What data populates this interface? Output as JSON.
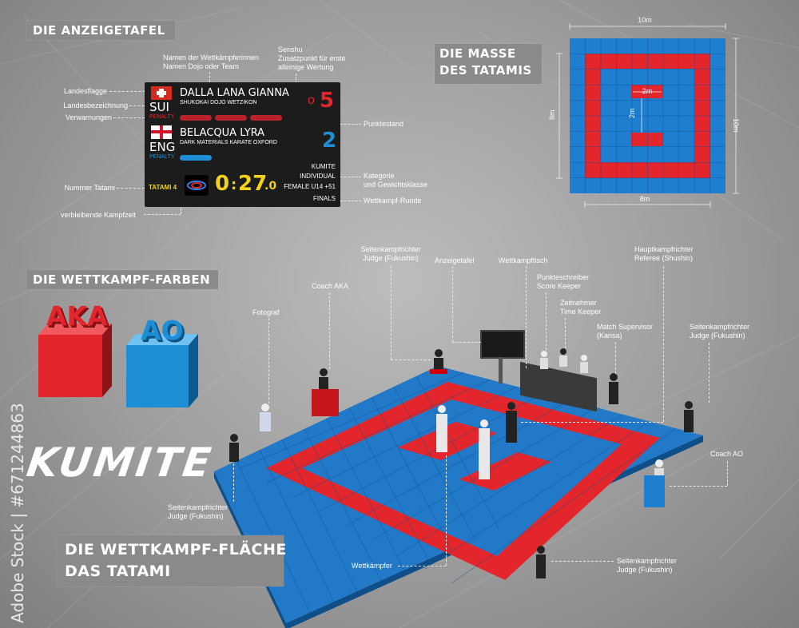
{
  "headers": {
    "scoreboard": "DIE ANZEIGETAFEL",
    "dimensions": "DIE MASSE\nDES TATAMIS",
    "colors": "DIE WETTKAMPF-FARBEN",
    "area": "DIE WETTKAMPF-FLÄCHE\nDAS TATAMI"
  },
  "scoreboard_labels": {
    "names": "Namen der Wettkämpferinnen\nNamen Dojo oder Team",
    "senshu": "Senshu\nZusatzpunkt für erste\nalleinige Wertung",
    "flag": "Landesflagge",
    "country": "Landesbezeichnung",
    "warnings": "Verwarnungen",
    "score": "Punktestand",
    "category": "Kategorie\nund Gewichtsklasse",
    "tatami_number": "Nummer Tatami",
    "round": "Wettkampf-Runde",
    "time_left": "verbleibende Kampfzeit"
  },
  "scoreboard": {
    "red": {
      "code": "SUI",
      "penalty": "PENALTY",
      "name": "DALLA LANA GIANNA",
      "club": "SHUKOKAI DOJO WETZIKON",
      "senshu": "o",
      "score": "5"
    },
    "blue": {
      "code": "ENG",
      "penalty": "PENALTY",
      "name": "BELACQUA LYRA",
      "club": "DARK MATERIALS KARATE OXFORD",
      "score": "2"
    },
    "tatami": "TATAMI 4",
    "time_main": "0",
    "time_colon": ":",
    "time_secs": "27",
    "time_tenth": ".0",
    "category_lines": [
      "KUMITE",
      "INDIVIDUAL",
      "FEMALE U14 +51",
      "FINALS"
    ]
  },
  "dimensions": {
    "outer": "10m",
    "left": "8m",
    "right": "10m",
    "bottom": "8m",
    "inner_w": "2m",
    "inner_h": "2m"
  },
  "colors_section": {
    "aka": "AKA",
    "ao": "AO",
    "red": "#e3262b",
    "blue": "#1e8fd6"
  },
  "title": "KUMITE",
  "figure_labels": {
    "judge_top": "Seitenkampfrichter\nJudge (Fukushin)",
    "display": "Anzeigetafel",
    "table": "Wettkampftisch",
    "referee": "Hauptkampfrichter\nReferee (Shushin)",
    "coach_aka": "Coach AKA",
    "score_keeper": "Punkteschreiber\nScore Keeper",
    "photographer": "Fotograf",
    "time_keeper": "Zeitnehmer\nTime Keeper",
    "supervisor": "Match Supervisor\n(Kansa)",
    "judge_right": "Seitenkampfrichter\nJudge (Fukushin)",
    "coach_ao": "Coach AO",
    "judge_left": "Seitenkampfrichter\nJudge (Fukushin)",
    "athletes": "Wettkämpfer",
    "judge_bottom": "Seitenkampfrichter\nJudge (Fukushin)"
  },
  "watermark": {
    "text": "Adobe Stock | #671244863"
  }
}
